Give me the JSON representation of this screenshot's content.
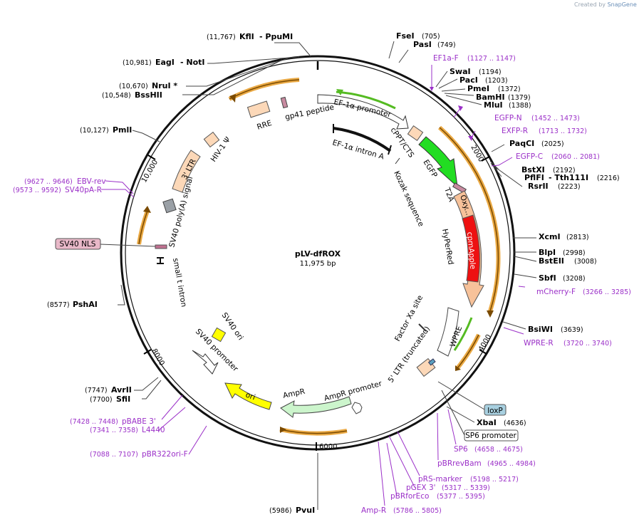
{
  "credit": {
    "prefix": "Created by",
    "brand": "SnapGene"
  },
  "plasmid": {
    "name": "pLV-dfROX",
    "size": "11,975 bp"
  },
  "ticks": [
    "2000",
    "4000",
    "6000",
    "8000",
    "10,000"
  ],
  "features": {
    "ef1a_promoter": "EF-1α promoter",
    "ef1a_intron": "EF-1α intron A",
    "gp41": "gp41 peptide",
    "rre": "RRE",
    "hiv_psi": "HIV-1 Ψ",
    "ltr3": "3' LTR",
    "sv40polya": "SV40 poly(A) signal",
    "small_t": "small t intron",
    "sv40ori": "SV40 ori",
    "sv40promoter": "SV40 promoter",
    "ori": "ori",
    "ampr": "AmpR",
    "ampr_promoter": "AmpR promoter",
    "ltr5": "5' LTR (truncated)",
    "factor_xa": "Factor Xa site",
    "wpre": "WPRE",
    "hyperred": "HyPerRed",
    "cpmapple": "cpmApple",
    "oxy": "Oxy...",
    "t2a": "T2A",
    "egfp": "EGFP",
    "kozak": "Kozak sequence",
    "cppt": "cPPT/CTS"
  },
  "boxed": {
    "sv40nls": "SV40 NLS",
    "loxp": "loxP",
    "sp6promoter": "SP6 promoter"
  },
  "enzymes": {
    "kfli": {
      "name": "KflI",
      "name2": "- PpuMI",
      "pos": "(11,767)"
    },
    "eagi": {
      "name": "EagI",
      "name2": "- NotI",
      "pos": "(10,981)"
    },
    "nrui": {
      "name": "NruI *",
      "pos": "(10,670)"
    },
    "bsshii": {
      "name": "BssHII",
      "pos": "(10,548)"
    },
    "pmli": {
      "name": "PmlI",
      "pos": "(10,127)"
    },
    "pshai": {
      "name": "PshAI",
      "pos": "(8577)"
    },
    "avrii": {
      "name": "AvrII",
      "pos": "(7747)"
    },
    "sfii": {
      "name": "SfiI",
      "pos": "(7700)"
    },
    "pvui": {
      "name": "PvuI",
      "pos": "(5986)"
    },
    "fsei": {
      "name": "FseI",
      "pos": "(705)"
    },
    "pasi": {
      "name": "PasI",
      "pos": "(749)"
    },
    "swai": {
      "name": "SwaI",
      "pos": "(1194)"
    },
    "paci": {
      "name": "PacI",
      "pos": "(1203)"
    },
    "pmei": {
      "name": "PmeI",
      "pos": "(1372)"
    },
    "bamhi": {
      "name": "BamHI",
      "pos": "(1379)"
    },
    "mlui": {
      "name": "MluI",
      "pos": "(1388)"
    },
    "paqci": {
      "name": "PaqCI",
      "pos": "(2025)"
    },
    "bstxi": {
      "name": "BstXI",
      "pos": "(2192)"
    },
    "pflfi": {
      "name": "PflFI",
      "name2": "- Tth111I",
      "pos": "(2216)"
    },
    "rsrii": {
      "name": "RsrII",
      "pos": "(2223)"
    },
    "xcmi": {
      "name": "XcmI",
      "pos": "(2813)"
    },
    "blpi": {
      "name": "BlpI",
      "pos": "(2998)"
    },
    "bsteii": {
      "name": "BstEII",
      "pos": "(3008)"
    },
    "sbfi": {
      "name": "SbfI",
      "pos": "(3208)"
    },
    "bsiwi": {
      "name": "BsiWI",
      "pos": "(3639)"
    },
    "xbai": {
      "name": "XbaI",
      "pos": "(4636)"
    }
  },
  "primers": {
    "ef1af": {
      "name": "EF1a-F",
      "pos": "(1127 .. 1147)"
    },
    "egfpn": {
      "name": "EGFP-N",
      "pos": "(1452 .. 1473)"
    },
    "exfpr": {
      "name": "EXFP-R",
      "pos": "(1713 .. 1732)"
    },
    "egfpc": {
      "name": "EGFP-C",
      "pos": "(2060 .. 2081)"
    },
    "mcherryf": {
      "name": "mCherry-F",
      "pos": "(3266 .. 3285)"
    },
    "wprer": {
      "name": "WPRE-R",
      "pos": "(3720 .. 3740)"
    },
    "sp6": {
      "name": "SP6",
      "pos": "(4658 .. 4675)"
    },
    "pbrrevbam": {
      "name": "pBRrevBam",
      "pos": "(4965 .. 4984)"
    },
    "prsmarker": {
      "name": "pRS-marker",
      "pos": "(5198 .. 5217)"
    },
    "pgex3": {
      "name": "pGEX 3'",
      "pos": "(5317 .. 5339)"
    },
    "pbrforeco": {
      "name": "pBRforEco",
      "pos": "(5377 .. 5395)"
    },
    "ampr": {
      "name": "Amp-R",
      "pos": "(5786 .. 5805)"
    },
    "ebvrev": {
      "name": "EBV-rev",
      "pos": "(9627 .. 9646)"
    },
    "sv40par": {
      "name": "SV40pA-R",
      "pos": "(9573 .. 9592)"
    },
    "pbabe3": {
      "name": "pBABE 3'",
      "pos": "(7428 .. 7448)"
    },
    "l4440": {
      "name": "L4440",
      "pos": "(7341 .. 7358)"
    },
    "pbr322orif": {
      "name": "pBR322ori-F",
      "pos": "(7088 .. 7107)"
    }
  },
  "colors": {
    "egfp": "#22dd22",
    "cpmapple": "#ee1111",
    "hyperred": "#f7c29a",
    "ori": "#ffff00",
    "ampr": "#ccf5cc",
    "primer": "#9b30c8",
    "orange_band": "#e8a030",
    "nls_fill": "#e8b8c8",
    "loxp_fill": "#a8d0e0",
    "tan": "#fcd8b8"
  }
}
